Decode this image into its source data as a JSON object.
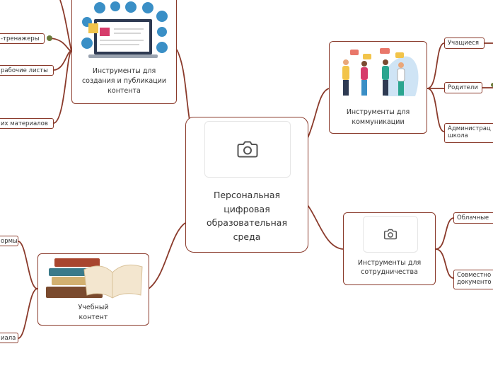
{
  "center": {
    "label": "Персональная цифровая образовательная среда",
    "lines": [
      "Персональная",
      "цифровая",
      "образовательная",
      "среда"
    ]
  },
  "branches": {
    "content_tools": {
      "lines": [
        "Инструменты для",
        "создания и публикации",
        "контента"
      ]
    },
    "communication": {
      "lines": [
        "Инструменты для",
        "коммуникации"
      ]
    },
    "collaboration": {
      "lines": [
        "Инструменты для",
        "сотрудничества"
      ]
    },
    "learning": {
      "lines": [
        "Учебный",
        "контент"
      ]
    }
  },
  "leaves": {
    "trainers": "-тренажеры",
    "worksheets": "рабочие листы",
    "materials": "их материалов",
    "students": "Учащиеся",
    "parents": "Родители",
    "admin": [
      "Администрац",
      "школа"
    ],
    "cloud": "Облачные",
    "joint": [
      "Совместно",
      "документо"
    ],
    "forms": "ормы",
    "material": "иала"
  },
  "colors": {
    "line": "#8a3a2b",
    "border": "#8a3a2b",
    "icon": "#555555"
  }
}
